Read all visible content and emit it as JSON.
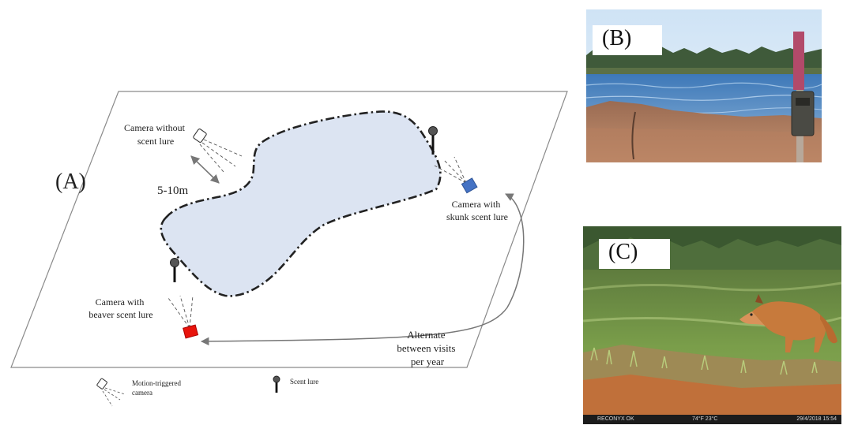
{
  "panel_a": {
    "letter": "(A)",
    "labels": {
      "camera_without_line1": "Camera without",
      "camera_without_line2": "scent lure",
      "distance": "5-10m",
      "skunk_line1": "Camera with",
      "skunk_line2": "skunk scent lure",
      "beaver_line1": "Camera with",
      "beaver_line2": "beaver scent lure",
      "alternate_line1": "Alternate",
      "alternate_line2": "between visits",
      "alternate_line3": "per year"
    },
    "legend": {
      "camera_line1": "Motion-triggered",
      "camera_line2": "camera",
      "lure": "Scent lure"
    },
    "colors": {
      "pond_fill": "#dce4f2",
      "skunk_camera": "#4472c4",
      "beaver_camera": "#e8140c",
      "outline": "#222222",
      "arrow": "#777777"
    }
  },
  "panel_b": {
    "letter": "(B)"
  },
  "panel_c": {
    "letter": "(C)",
    "strip": {
      "brand": "RECONYX  OK",
      "temp": "74°F 23°C",
      "stamp": "29/4/2018  15:54"
    }
  }
}
